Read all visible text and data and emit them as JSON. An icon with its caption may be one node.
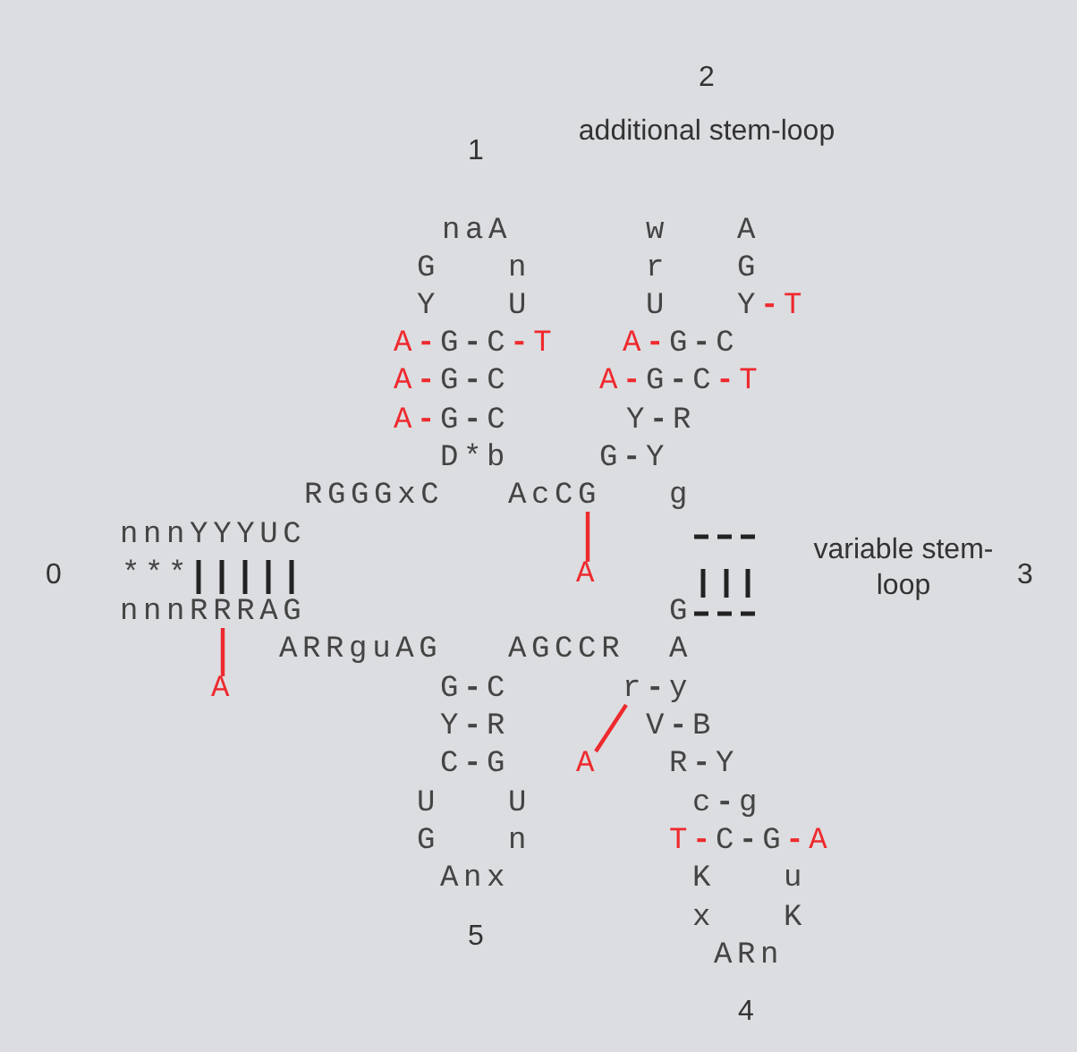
{
  "diagram": {
    "nodes": [
      {
        "text": [
          "AcCG"
        ]
      },
      {
        "text": [
          "A"
        ]
      },
      {
        "text": [
          "nnnRRRAG"
        ]
      },
      {
        "text": [
          "A"
        ]
      },
      {
        "text": [
          "r-y"
        ]
      },
      {
        "text": [
          "A"
        ]
      }
    ],
    "edges": [
      {
        "from": 1,
        "to": 0,
        "arrow": "none",
        "color": "#ee2a2e"
      },
      {
        "from": 3,
        "to": 2,
        "arrow": "none",
        "color": "#ee2a2e"
      },
      {
        "from": 5,
        "to": 4,
        "arrow": "none",
        "color": "#ee2a2e"
      }
    ],
    "labels": [
      "2",
      "additional stem-loop",
      "1",
      "naA",
      "w",
      "A",
      "G",
      "n",
      "r",
      "G",
      "Y",
      "U",
      "U",
      "Y-T",
      "A-G-C-T",
      "A-G-C",
      "A-G-C",
      "A-G-C-T",
      "A-G-C",
      "Y-R",
      "D*b",
      "G-Y",
      "RGGGxC",
      "g",
      "nnnYYYUC",
      "0",
      "***",
      "variable stem-loop",
      "3",
      "G",
      "ARRguAG",
      "AGCCR",
      "A",
      "G-C",
      "Y-R",
      "V-B",
      "C-G",
      "R-Y",
      "U",
      "U",
      "c-g",
      "G",
      "n",
      "T-C-G-A",
      "Anx",
      "K",
      "u",
      "x",
      "K",
      "5",
      "ARn",
      "4"
    ]
  }
}
